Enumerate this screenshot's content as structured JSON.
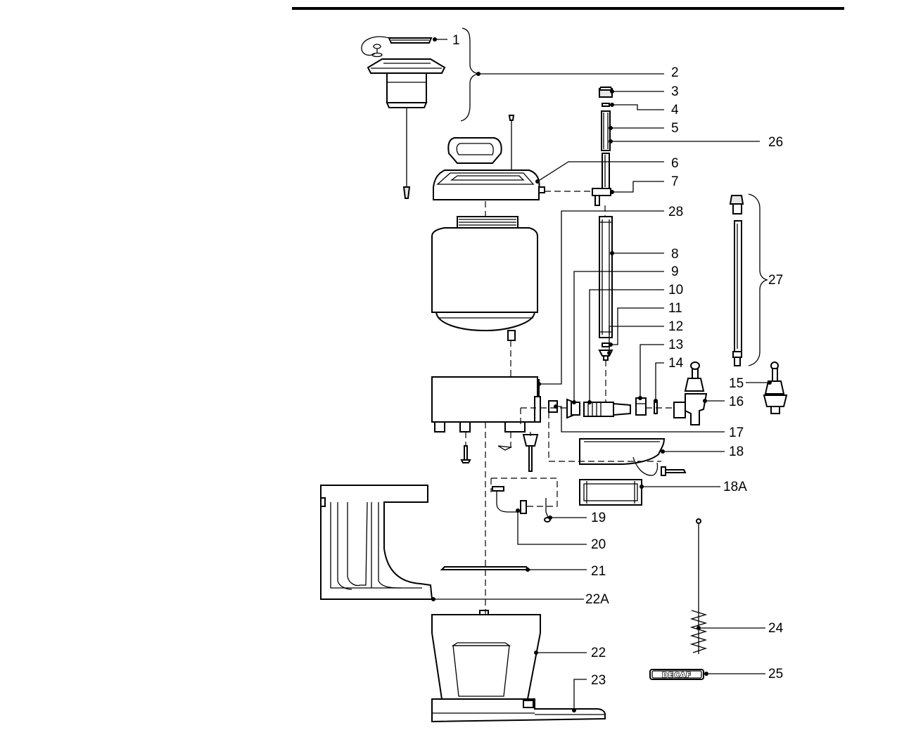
{
  "callouts": [
    {
      "id": "1"
    },
    {
      "id": "2"
    },
    {
      "id": "3"
    },
    {
      "id": "4"
    },
    {
      "id": "5"
    },
    {
      "id": "26"
    },
    {
      "id": "6"
    },
    {
      "id": "7"
    },
    {
      "id": "28"
    },
    {
      "id": "8"
    },
    {
      "id": "9"
    },
    {
      "id": "10"
    },
    {
      "id": "11"
    },
    {
      "id": "12"
    },
    {
      "id": "13"
    },
    {
      "id": "14"
    },
    {
      "id": "27"
    },
    {
      "id": "15"
    },
    {
      "id": "16"
    },
    {
      "id": "17"
    },
    {
      "id": "18"
    },
    {
      "id": "18A"
    },
    {
      "id": "19"
    },
    {
      "id": "20"
    },
    {
      "id": "21"
    },
    {
      "id": "22A"
    },
    {
      "id": "24"
    },
    {
      "id": "22"
    },
    {
      "id": "23"
    },
    {
      "id": "25"
    }
  ],
  "decaf_badge_text": "DECAF"
}
